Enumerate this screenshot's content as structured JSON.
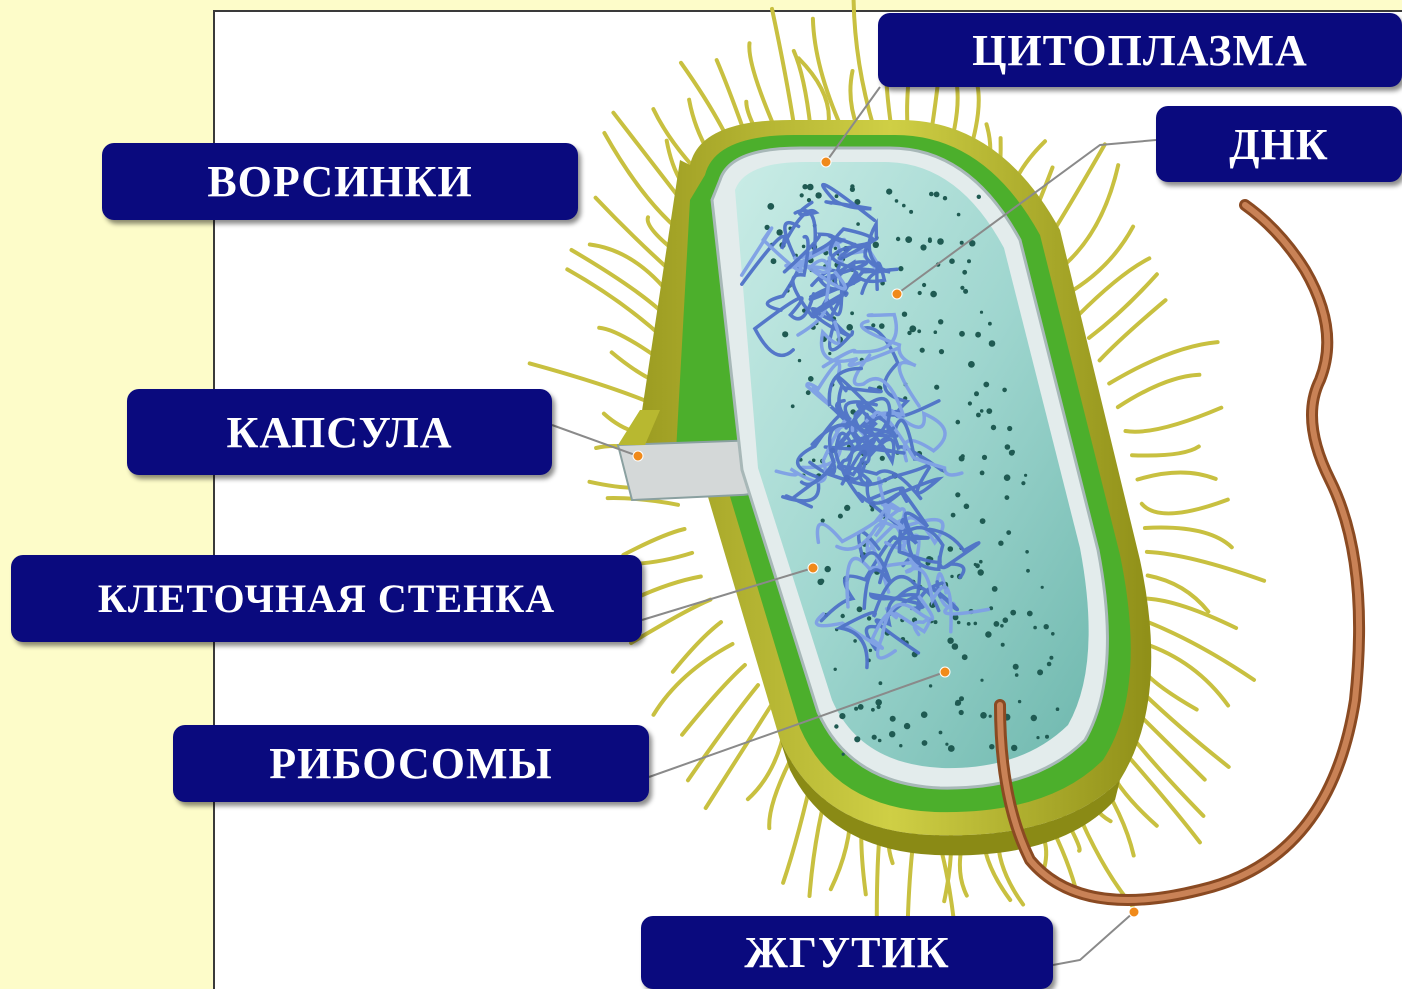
{
  "labels": {
    "villi": "ВОРСИНКИ",
    "capsule": "КАПСУЛА",
    "cell_wall": "КЛЕТОЧНАЯ СТЕНКА",
    "ribosomes": "РИБОСОМЫ",
    "cytoplasm": "ЦИТОПЛАЗМА",
    "dna": "ДНК",
    "flagellum": "ЖГУТИК"
  },
  "colors": {
    "page_background": "#fdfcc9",
    "label_fill": "#0a0a7e",
    "label_text": "#ffffff",
    "pili": "#c8c040",
    "capsule": "#b8b830",
    "cell_wall": "#4caf2c",
    "cytoplasm": "#9fd6cf",
    "dna": "#5a7fd6",
    "ribosomes": "#1f5a52",
    "flagellum": "#b46a3a",
    "leader_dot": "#f08a1a"
  }
}
